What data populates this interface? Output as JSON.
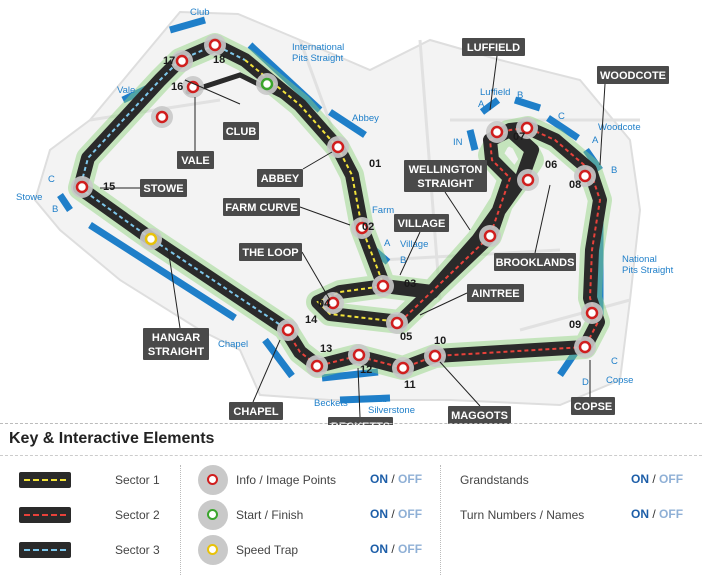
{
  "map": {
    "callouts": [
      "LUFFIELD",
      "WOODCOTE",
      "CLUB",
      "VALE",
      "STOWE",
      "ABBEY",
      "FARM CURVE",
      "WELLINGTON\nSTRAIGHT",
      "VILLAGE",
      "THE LOOP",
      "BROOKLANDS",
      "AINTREE",
      "HANGAR\nSTRAIGHT",
      "CHAPEL",
      "BECKETTS",
      "MAGGOTS",
      "COPSE"
    ],
    "stand_labels": [
      "Club",
      "International\nPits Straight",
      "Vale",
      "Abbey",
      "Luffield",
      "A",
      "B",
      "C",
      "IN",
      "A",
      "Woodcote",
      "B",
      "Stowe",
      "C",
      "B",
      "Farm",
      "A",
      "Village",
      "B",
      "National\nPits Straight",
      "Chapel",
      "C",
      "D",
      "Copse",
      "Beckets",
      "Club\nSilverstone"
    ],
    "turns": [
      "01",
      "02",
      "03",
      "04",
      "05",
      "06",
      "07",
      "08",
      "09",
      "10",
      "11",
      "12",
      "13",
      "14",
      "15",
      "16",
      "17",
      "18"
    ]
  },
  "key": {
    "title": "Key & Interactive Elements",
    "sectors": [
      {
        "label": "Sector 1",
        "color": "#f2e33a"
      },
      {
        "label": "Sector 2",
        "color": "#e8413a"
      },
      {
        "label": "Sector 3",
        "color": "#7ec8ec"
      }
    ],
    "points": [
      {
        "label": "Info / Image Points",
        "icon": "info-point-icon",
        "ring": "#d01e1e"
      },
      {
        "label": "Start / Finish",
        "icon": "start-finish-icon",
        "ring": "#3aa52c"
      },
      {
        "label": "Speed Trap",
        "icon": "speed-trap-icon",
        "ring": "#e8c20a"
      }
    ],
    "layers": [
      {
        "label": "Grandstands"
      },
      {
        "label": "Turn Numbers / Names"
      }
    ],
    "toggle_on": "ON",
    "toggle_sep": "/",
    "toggle_off": "OFF"
  }
}
